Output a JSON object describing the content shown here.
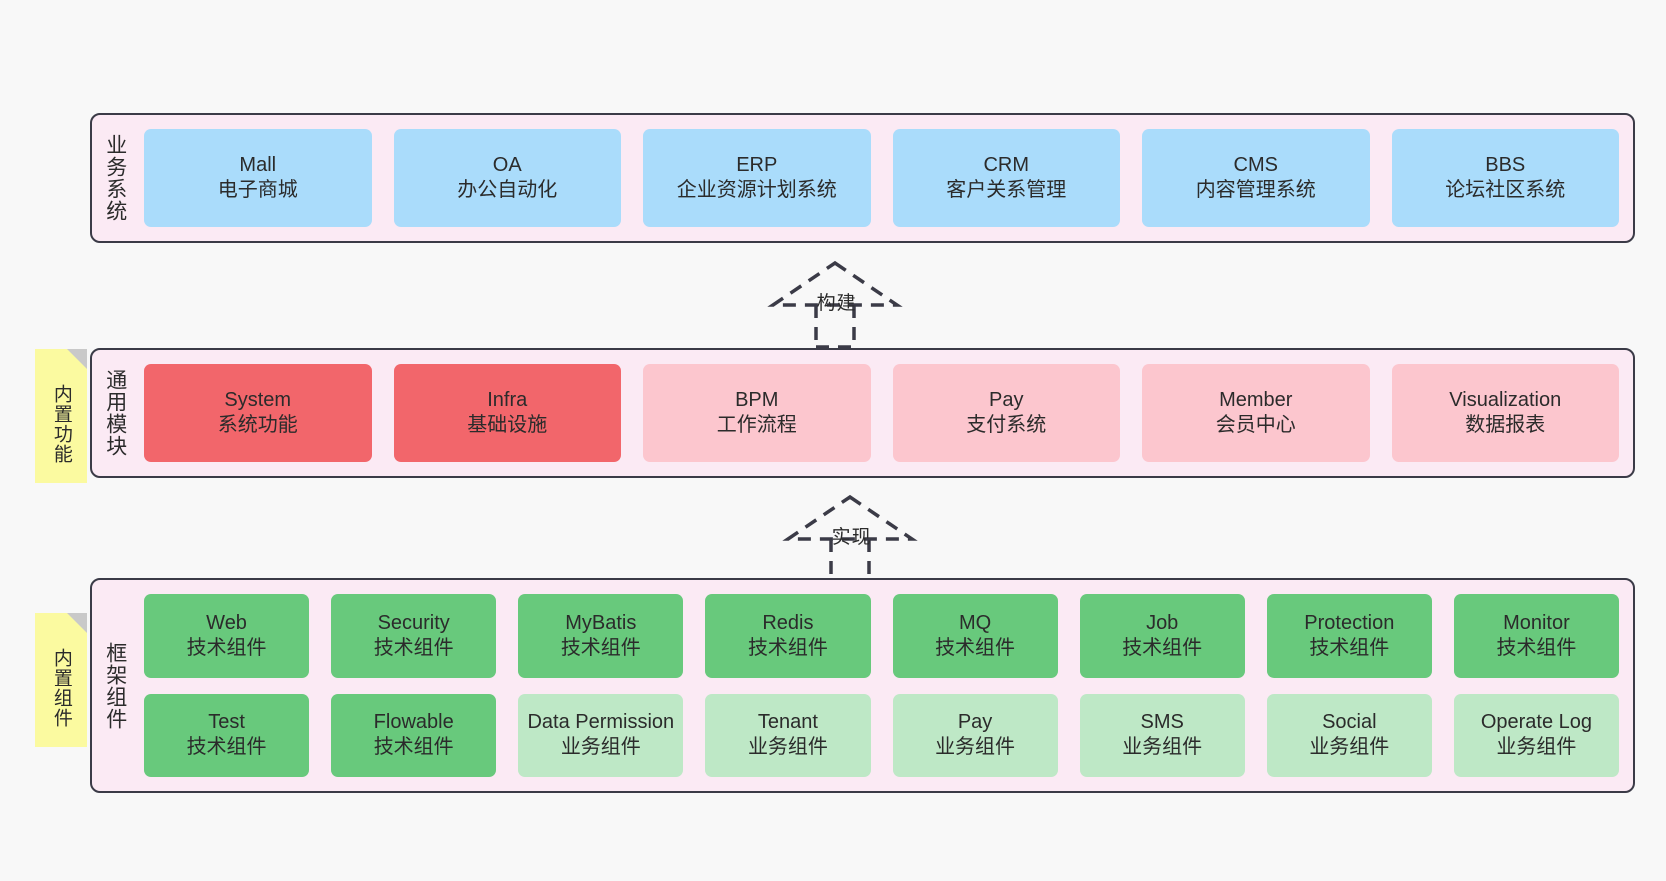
{
  "diagram": {
    "title_layer1": "业务系统",
    "title_layer2": "通用模块",
    "title_layer3": "框架组件",
    "note_layer2": "内置功能",
    "note_layer3": "内置组件",
    "connector_build": "构建",
    "connector_implement": "实现",
    "colors": {
      "panel_bg": "#fbeaf4",
      "panel_border": "#3b3b47",
      "business": "#aadcfb",
      "module_primary": "#f2666b",
      "module_secondary": "#fcc6ce",
      "tech_component": "#68c97c",
      "biz_component": "#bee8c6",
      "note_bg": "#fbfaa0",
      "note_fold": "#c9c9c9"
    }
  },
  "layer1": {
    "items": [
      {
        "en": "Mall",
        "cn": "电子商城"
      },
      {
        "en": "OA",
        "cn": "办公自动化"
      },
      {
        "en": "ERP",
        "cn": "企业资源计划系统"
      },
      {
        "en": "CRM",
        "cn": "客户关系管理"
      },
      {
        "en": "CMS",
        "cn": "内容管理系统"
      },
      {
        "en": "BBS",
        "cn": "论坛社区系统"
      }
    ]
  },
  "layer2": {
    "items": [
      {
        "en": "System",
        "cn": "系统功能",
        "color": "c-red"
      },
      {
        "en": "Infra",
        "cn": "基础设施",
        "color": "c-red"
      },
      {
        "en": "BPM",
        "cn": "工作流程",
        "color": "c-pink"
      },
      {
        "en": "Pay",
        "cn": "支付系统",
        "color": "c-pink"
      },
      {
        "en": "Member",
        "cn": "会员中心",
        "color": "c-pink"
      },
      {
        "en": "Visualization",
        "cn": "数据报表",
        "color": "c-pink"
      }
    ]
  },
  "layer3": {
    "row1": [
      {
        "en": "Web",
        "cn": "技术组件",
        "color": "c-green"
      },
      {
        "en": "Security",
        "cn": "技术组件",
        "color": "c-green"
      },
      {
        "en": "MyBatis",
        "cn": "技术组件",
        "color": "c-green"
      },
      {
        "en": "Redis",
        "cn": "技术组件",
        "color": "c-green"
      },
      {
        "en": "MQ",
        "cn": "技术组件",
        "color": "c-green"
      },
      {
        "en": "Job",
        "cn": "技术组件",
        "color": "c-green"
      },
      {
        "en": "Protection",
        "cn": "技术组件",
        "color": "c-green"
      },
      {
        "en": "Monitor",
        "cn": "技术组件",
        "color": "c-green"
      }
    ],
    "row2": [
      {
        "en": "Test",
        "cn": "技术组件",
        "color": "c-green"
      },
      {
        "en": "Flowable",
        "cn": "技术组件",
        "color": "c-green"
      },
      {
        "en": "Data Permission",
        "cn": "业务组件",
        "color": "c-lightgreen"
      },
      {
        "en": "Tenant",
        "cn": "业务组件",
        "color": "c-lightgreen"
      },
      {
        "en": "Pay",
        "cn": "业务组件",
        "color": "c-lightgreen"
      },
      {
        "en": "SMS",
        "cn": "业务组件",
        "color": "c-lightgreen"
      },
      {
        "en": "Social",
        "cn": "业务组件",
        "color": "c-lightgreen"
      },
      {
        "en": "Operate Log",
        "cn": "业务组件",
        "color": "c-lightgreen"
      }
    ]
  }
}
